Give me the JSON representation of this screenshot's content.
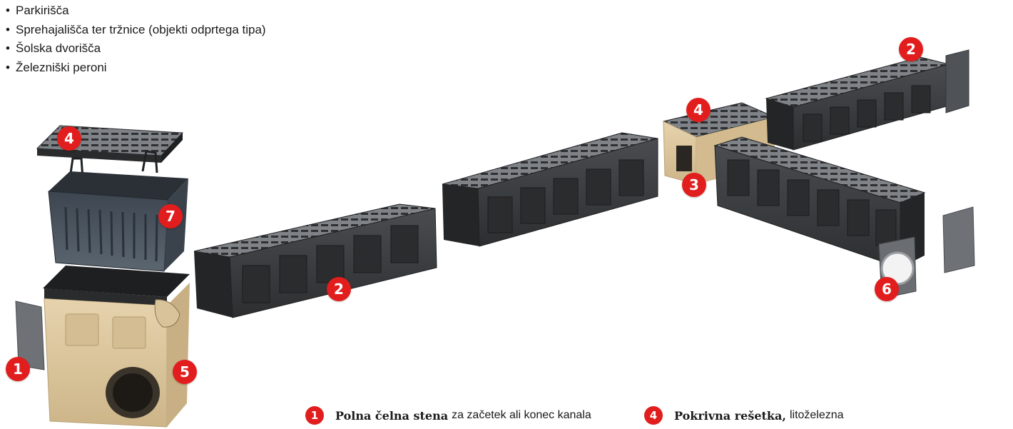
{
  "bullets": [
    "Parkirišča",
    "Sprehajališča ter tržnice (objekti odprtega tipa)",
    "Šolska dvorišča",
    "Železniški peroni"
  ],
  "badges": {
    "grate_left": "4",
    "basket": "7",
    "channel_left": "2",
    "end_wall_left": "1",
    "sump_unit": "5",
    "grate_right": "4",
    "channel_top_right": "2",
    "junction": "3",
    "outlet_wall": "6"
  },
  "legend": [
    {
      "number": "1",
      "strong": "Polna čelna stena",
      "rest": "za začetek ali konec kanala"
    },
    {
      "number": "4",
      "strong": "Pokrivna rešetka,",
      "rest": "litoželezna"
    }
  ],
  "colors": {
    "badge": "#e21d1d",
    "channel_body": "#3a3d40",
    "grate": "#8a8d90",
    "sump_sand": "#d9c29a"
  }
}
